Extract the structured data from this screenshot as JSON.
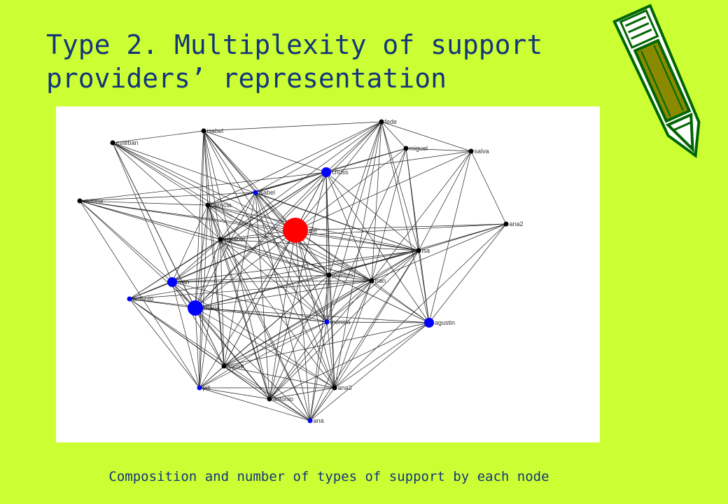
{
  "slide": {
    "title_line1": "Type 2. Multiplexity of support",
    "title_line2": "providers’ representation",
    "caption": "Composition and number of types of support by each node"
  },
  "colors": {
    "background": "#ccff33",
    "title_text": "#13367a",
    "edge": "#222222",
    "node_black": "#000000",
    "node_blue": "#0000ff",
    "node_red": "#ff0000",
    "pencil_body": "#8a8a00",
    "pencil_outline": "#006600"
  },
  "decorations": {
    "pencil": "pencil-icon"
  },
  "network": {
    "nodes": [
      {
        "id": "esteban",
        "label": "esteban",
        "color": "black",
        "size": "small"
      },
      {
        "id": "isabel1",
        "label": "isabel",
        "color": "black",
        "size": "small"
      },
      {
        "id": "fede",
        "label": "fede",
        "color": "black",
        "size": "small"
      },
      {
        "id": "miguel",
        "label": "miguel",
        "color": "black",
        "size": "small"
      },
      {
        "id": "salva",
        "label": "salva",
        "color": "black",
        "size": "small"
      },
      {
        "id": "chuss",
        "label": "chuss",
        "color": "blue",
        "size": "medium"
      },
      {
        "id": "victoria",
        "label": "victoria",
        "color": "black",
        "size": "small"
      },
      {
        "id": "isabel2",
        "label": "isabel",
        "color": "blue",
        "size": "small"
      },
      {
        "id": "patricia",
        "label": "patricia",
        "color": "black",
        "size": "small"
      },
      {
        "id": "ale",
        "label": "ale",
        "color": "red",
        "size": "large"
      },
      {
        "id": "ana2",
        "label": "ana2",
        "color": "black",
        "size": "small"
      },
      {
        "id": "elisabet",
        "label": "elisabet",
        "color": "black",
        "size": "small"
      },
      {
        "id": "isa",
        "label": "isa",
        "color": "black",
        "size": "small"
      },
      {
        "id": "ivan",
        "label": "ivan",
        "color": "blue",
        "size": "medium"
      },
      {
        "id": "joseluis",
        "label": "joseluis",
        "color": "black",
        "size": "small"
      },
      {
        "id": "fran",
        "label": "fran",
        "color": "black",
        "size": "small"
      },
      {
        "id": "antonio1",
        "label": "antonio",
        "color": "blue",
        "size": "small"
      },
      {
        "id": "maria",
        "label": "maria",
        "color": "blue",
        "size": "large-medium"
      },
      {
        "id": "monica",
        "label": "monica",
        "color": "blue",
        "size": "small"
      },
      {
        "id": "agustin",
        "label": "agustin",
        "color": "blue",
        "size": "medium"
      },
      {
        "id": "mjose",
        "label": "mjose",
        "color": "black",
        "size": "small"
      },
      {
        "id": "pili",
        "label": "pili",
        "color": "blue",
        "size": "small"
      },
      {
        "id": "ana3",
        "label": "ana3",
        "color": "black",
        "size": "small"
      },
      {
        "id": "antonio2",
        "label": "antonio",
        "color": "black",
        "size": "small"
      },
      {
        "id": "ana",
        "label": "ana",
        "color": "blue",
        "size": "small"
      }
    ]
  }
}
